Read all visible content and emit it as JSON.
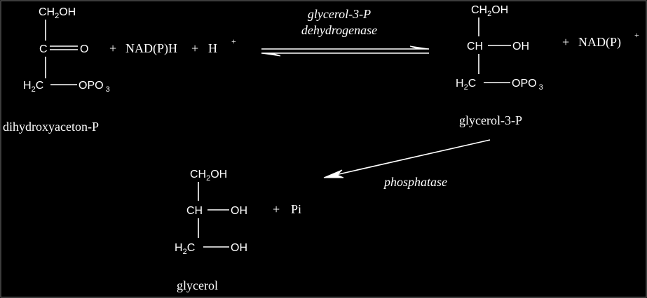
{
  "colors": {
    "background": "#000000",
    "foreground": "#ffffff"
  },
  "dhap": {
    "top": "CH",
    "top_sub": "2",
    "top_tail": "OH",
    "mid": "C",
    "mid_right": "O",
    "bot": "H",
    "bot_sub": "2",
    "bot_c": "C",
    "bot_right": "OPO",
    "bot_right_sub": "3",
    "name": "dihydroxyaceton-P"
  },
  "cofactor_left": {
    "plus1": "+",
    "nadph": "NAD(P)H",
    "plus2": "+",
    "h": "H",
    "h_charge": "+"
  },
  "enzyme1": {
    "line1": "glycerol-3-P",
    "line2": "dehydrogenase"
  },
  "g3p": {
    "top": "CH",
    "top_sub": "2",
    "top_tail": "OH",
    "mid": "CH",
    "mid_right": "OH",
    "bot": "H",
    "bot_sub": "2",
    "bot_c": "C",
    "bot_right": "OPO",
    "bot_right_sub": "3",
    "name": "glycerol-3-P"
  },
  "cofactor_right": {
    "plus": "+",
    "nadp": "NAD(P)",
    "charge": "+"
  },
  "enzyme2": {
    "name": "phosphatase"
  },
  "glycerol": {
    "top": "CH",
    "top_sub": "2",
    "top_tail": "OH",
    "mid": "CH",
    "mid_right": "OH",
    "bot": "H",
    "bot_sub": "2",
    "bot_c": "C",
    "bot_right": "OH",
    "name": "glycerol"
  },
  "product": {
    "plus": "+",
    "pi": "Pi"
  }
}
